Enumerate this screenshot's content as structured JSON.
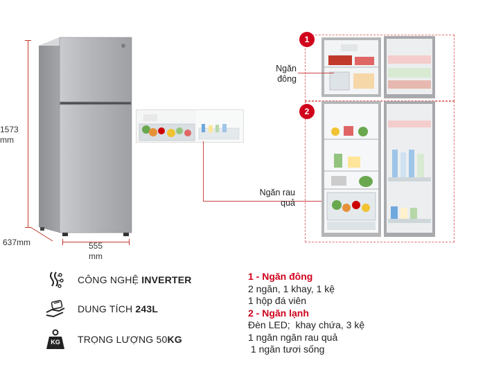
{
  "dimensions": {
    "height_value": "1573",
    "height_unit": "mm",
    "depth_label": "637mm",
    "width_value": "555",
    "width_unit": "mm"
  },
  "callouts": {
    "freezer_label_line1": "Ngăn",
    "freezer_label_line2": "đông",
    "crisper_label_line1": "Ngăn rau",
    "crisper_label_line2": "quả",
    "badge_1": "1",
    "badge_2": "2"
  },
  "features": [
    {
      "icon": "inverter-chip-icon",
      "prefix": "CÔNG NGHỆ ",
      "bold": "INVERTER"
    },
    {
      "icon": "capacity-hand-icon",
      "prefix": "DUNG TÍCH ",
      "bold": "243L"
    },
    {
      "icon": "weight-kg-icon",
      "prefix": "TRỌNG LƯỢNG 50",
      "bold": "KG",
      "badge": "KG"
    }
  ],
  "specs": {
    "freezer_title": "1 - Ngăn đông",
    "freezer_lines": [
      "2 ngăn, 1 khay, 1 kệ",
      "1 hộp đá viên"
    ],
    "fridge_title": "2 - Ngăn lạnh",
    "fridge_lines": [
      "Đèn LED;  khay chứa, 3 kệ",
      "1 ngăn ngăn rau quả",
      " 1 ngăn tươi sống"
    ]
  },
  "colors": {
    "accent_red": "#d0021b",
    "steel": "#a9abae"
  }
}
